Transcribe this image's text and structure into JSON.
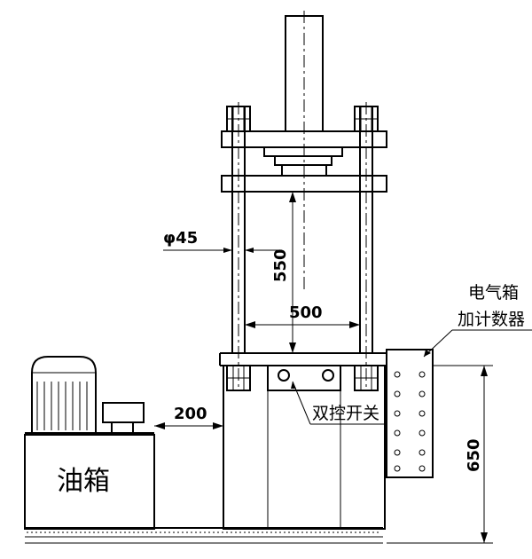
{
  "labels": {
    "oil_tank": "油箱",
    "electric_box": "电气箱",
    "counter": "加计数器",
    "dual_switch": "双控开关"
  },
  "dimensions": {
    "rod_diameter": "φ45",
    "stroke": "550",
    "column_span": "500",
    "gap": "200",
    "height": "650"
  }
}
